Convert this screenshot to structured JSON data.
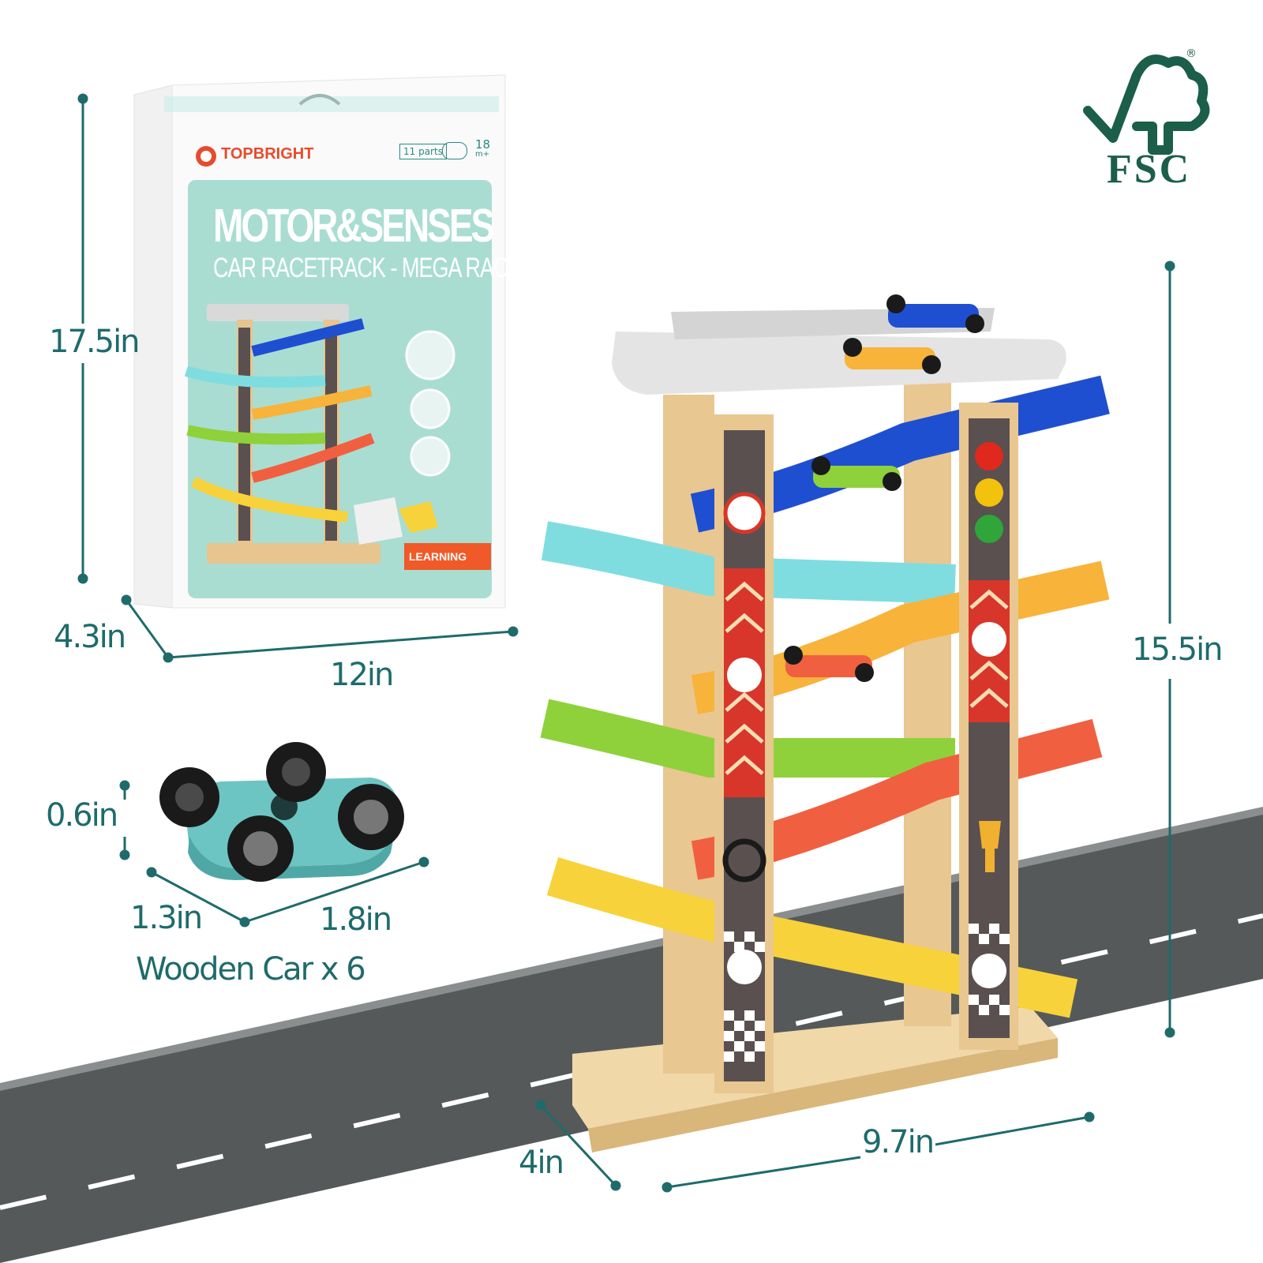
{
  "box": {
    "brand": "TOPBRIGHT",
    "parts": "11 parts",
    "age": "18",
    "age_suffix": "m+",
    "title": "MOTOR&SENSES",
    "subtitle": "CAR RACETRACK - MEGA RACER",
    "learning": "LEARNING"
  },
  "certification": {
    "label": "FSC",
    "mark": "®"
  },
  "box_dimensions": {
    "height": "17.5in",
    "depth": "4.3in",
    "width": "12in"
  },
  "car": {
    "height": "0.6in",
    "depth": "1.3in",
    "width": "1.8in",
    "caption": "Wooden Car x 6"
  },
  "toy_dimensions": {
    "height": "15.5in",
    "depth": "4in",
    "width": "9.7in"
  },
  "colors": {
    "dimension_line": "#1f6b6b",
    "fsc_green": "#1b5e4a",
    "road": "#55595a",
    "track_blue": "#1f4fd1",
    "track_cyan": "#7fdde0",
    "track_orange": "#f7b33a",
    "track_green": "#8fd13a",
    "track_red": "#f06040",
    "track_yellow": "#f7d23a",
    "box_teal": "#a9ddd2"
  }
}
